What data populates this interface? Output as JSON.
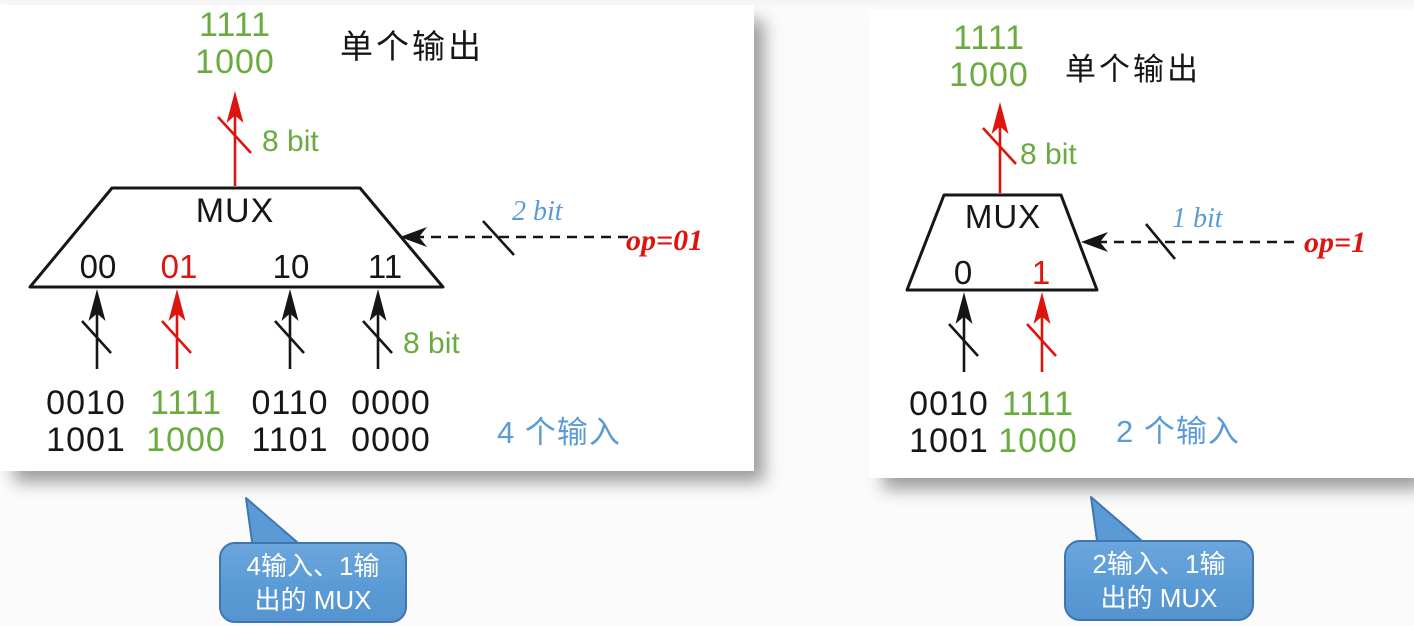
{
  "colors": {
    "green": "#6aab3f",
    "red": "#dc150f",
    "blue": "#5b9bd5",
    "ink": "#161616",
    "bubble_fill": "#5b9bd5",
    "bubble_border": "#3f76b0"
  },
  "left": {
    "title": "单个输出",
    "output_value": {
      "line1": "1111",
      "line2": "1000"
    },
    "output_bus": "8 bit",
    "mux": "MUX",
    "selects": [
      "00",
      "01",
      "10",
      "11"
    ],
    "control_bus": "2 bit",
    "control_value": "op=01",
    "input_bus": "8 bit",
    "inputs": [
      {
        "line1": "0010",
        "line2": "1001"
      },
      {
        "line1": "1111",
        "line2": "1000"
      },
      {
        "line1": "0110",
        "line2": "1101"
      },
      {
        "line1": "0000",
        "line2": "0000"
      }
    ],
    "inputs_note": "4 个输入",
    "callout": {
      "line1": "4输入、1输",
      "line2": "出的 MUX"
    }
  },
  "right": {
    "title": "单个输出",
    "output_value": {
      "line1": "1111",
      "line2": "1000"
    },
    "output_bus": "8 bit",
    "mux": "MUX",
    "selects": [
      "0",
      "1"
    ],
    "control_bus": "1 bit",
    "control_value": "op=1",
    "inputs": [
      {
        "line1": "0010",
        "line2": "1001"
      },
      {
        "line1": "1111",
        "line2": "1000"
      }
    ],
    "inputs_note": "2 个输入",
    "callout": {
      "line1": "2输入、1输",
      "line2": "出的 MUX"
    }
  }
}
